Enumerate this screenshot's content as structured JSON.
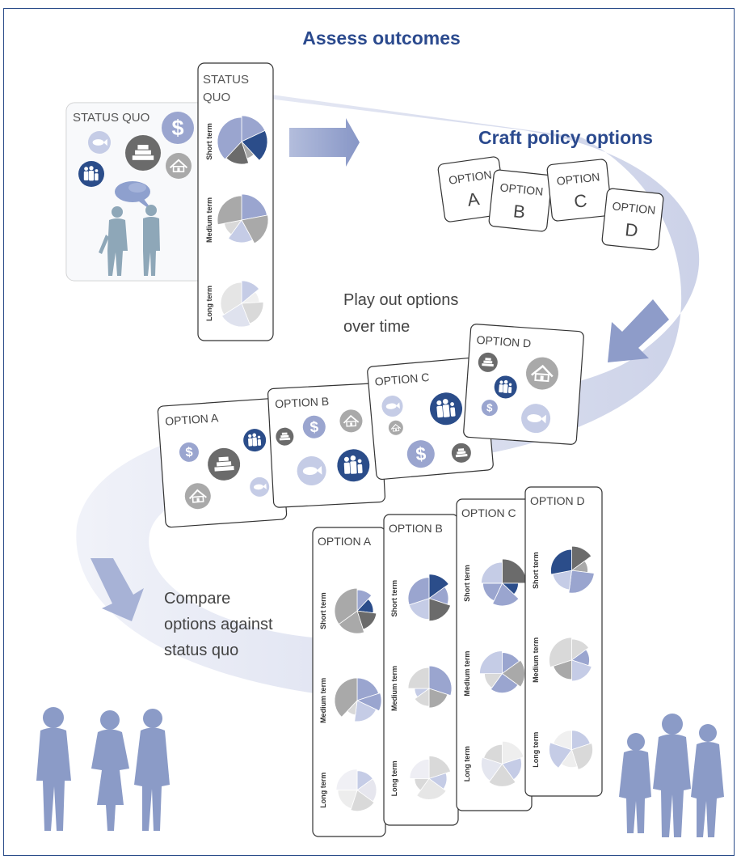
{
  "headings": {
    "assess": "Assess outcomes",
    "craft": "Craft policy options",
    "play": [
      "Play out options",
      "over time"
    ],
    "compare": [
      "Compare",
      "options against",
      "status quo"
    ]
  },
  "status_quo": {
    "card_label": "STATUS QUO",
    "chart_label": [
      "STATUS",
      "QUO"
    ]
  },
  "terms": [
    "Short term",
    "Medium term",
    "Long term"
  ],
  "options": [
    {
      "word": "OPTION",
      "letter": "A",
      "label": "OPTION A"
    },
    {
      "word": "OPTION",
      "letter": "B",
      "label": "OPTION B"
    },
    {
      "word": "OPTION",
      "letter": "C",
      "label": "OPTION C"
    },
    {
      "word": "OPTION",
      "letter": "D",
      "label": "OPTION D"
    }
  ],
  "icons": [
    "fish-icon",
    "dollar-icon",
    "family-icon",
    "school-icon",
    "house-icon"
  ],
  "colors": {
    "navy": "#2b4d8a",
    "periwinkle": "#9aa5cf",
    "light_periwinkle": "#c5cce6",
    "dark_gray": "#6b6b6b",
    "mid_gray": "#a9a9a9",
    "light_gray": "#d9d9d9",
    "flow": "#c9cfe6",
    "silhouette": "#8b9bc7",
    "heading": "#2b4a8e"
  }
}
